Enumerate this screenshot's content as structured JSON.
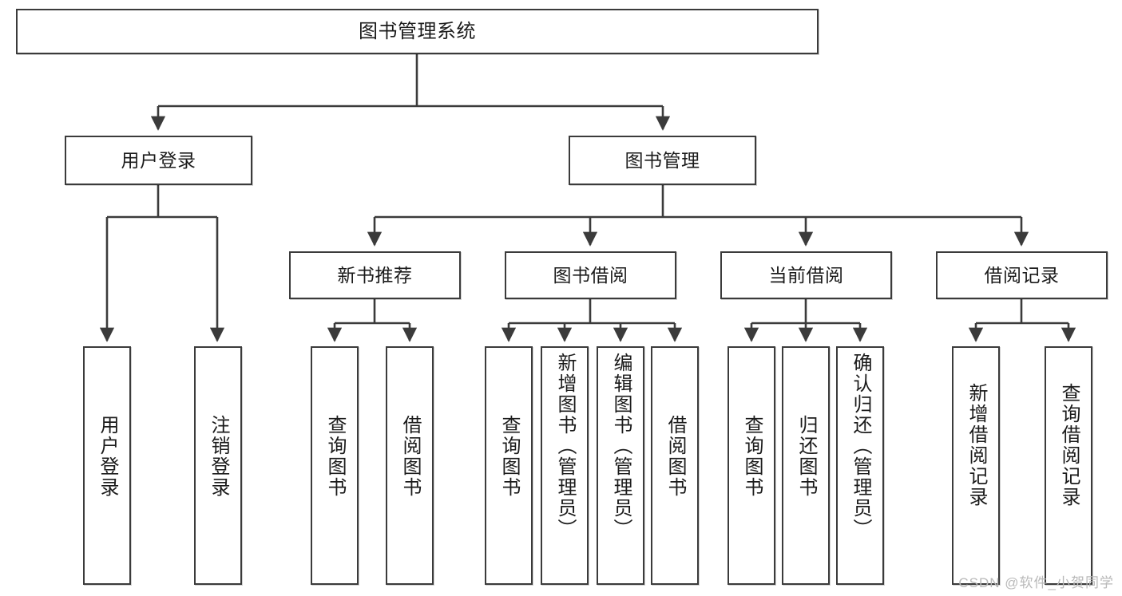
{
  "diagram": {
    "type": "tree-hierarchy",
    "title": "图书管理系统",
    "watermark": "CSDN @软件_小贺同学",
    "colors": {
      "stroke": "#3b3b3b",
      "fill": "#ffffff",
      "text": "#1b1b1b",
      "watermark": "#b9b9b9"
    },
    "nodes": {
      "root": {
        "label": "图书管理系统",
        "level": 1,
        "orientation": "horizontal"
      },
      "l2": [
        {
          "id": "user-login",
          "label": "用户登录",
          "level": 2,
          "orientation": "horizontal"
        },
        {
          "id": "book-manage",
          "label": "图书管理",
          "level": 2,
          "orientation": "horizontal"
        }
      ],
      "l3": [
        {
          "id": "new-book-recommend",
          "label": "新书推荐",
          "level": 3,
          "orientation": "horizontal",
          "parent": "book-manage"
        },
        {
          "id": "book-borrow",
          "label": "图书借阅",
          "level": 3,
          "orientation": "horizontal",
          "parent": "book-manage"
        },
        {
          "id": "current-borrow",
          "label": "当前借阅",
          "level": 3,
          "orientation": "horizontal",
          "parent": "book-manage"
        },
        {
          "id": "borrow-record",
          "label": "借阅记录",
          "level": 3,
          "orientation": "horizontal",
          "parent": "book-manage"
        }
      ],
      "leaves": [
        {
          "id": "leaf-user-login",
          "label": "用户登录",
          "parent": "user-login",
          "orientation": "vertical"
        },
        {
          "id": "leaf-logout-login",
          "label": "注销登录",
          "parent": "user-login",
          "orientation": "vertical"
        },
        {
          "id": "leaf-query-book-1",
          "label": "查询图书",
          "parent": "new-book-recommend",
          "orientation": "vertical"
        },
        {
          "id": "leaf-borrow-book-1",
          "label": "借阅图书",
          "parent": "new-book-recommend",
          "orientation": "vertical"
        },
        {
          "id": "leaf-query-book-2",
          "label": "查询图书",
          "parent": "book-borrow",
          "orientation": "vertical"
        },
        {
          "id": "leaf-add-book",
          "label": "新增图书（管理员）",
          "parent": "book-borrow",
          "orientation": "vertical"
        },
        {
          "id": "leaf-edit-book",
          "label": "编辑图书（管理员）",
          "parent": "book-borrow",
          "orientation": "vertical"
        },
        {
          "id": "leaf-borrow-book-2",
          "label": "借阅图书",
          "parent": "book-borrow",
          "orientation": "vertical"
        },
        {
          "id": "leaf-query-book-3",
          "label": "查询图书",
          "parent": "current-borrow",
          "orientation": "vertical"
        },
        {
          "id": "leaf-return-book",
          "label": "归还图书",
          "parent": "current-borrow",
          "orientation": "vertical"
        },
        {
          "id": "leaf-confirm-return",
          "label": "确认归还（管理员）",
          "parent": "current-borrow",
          "orientation": "vertical"
        },
        {
          "id": "leaf-add-record",
          "label": "新增借阅记录",
          "parent": "borrow-record",
          "orientation": "vertical"
        },
        {
          "id": "leaf-query-record",
          "label": "查询借阅记录",
          "parent": "borrow-record",
          "orientation": "vertical"
        }
      ]
    }
  }
}
